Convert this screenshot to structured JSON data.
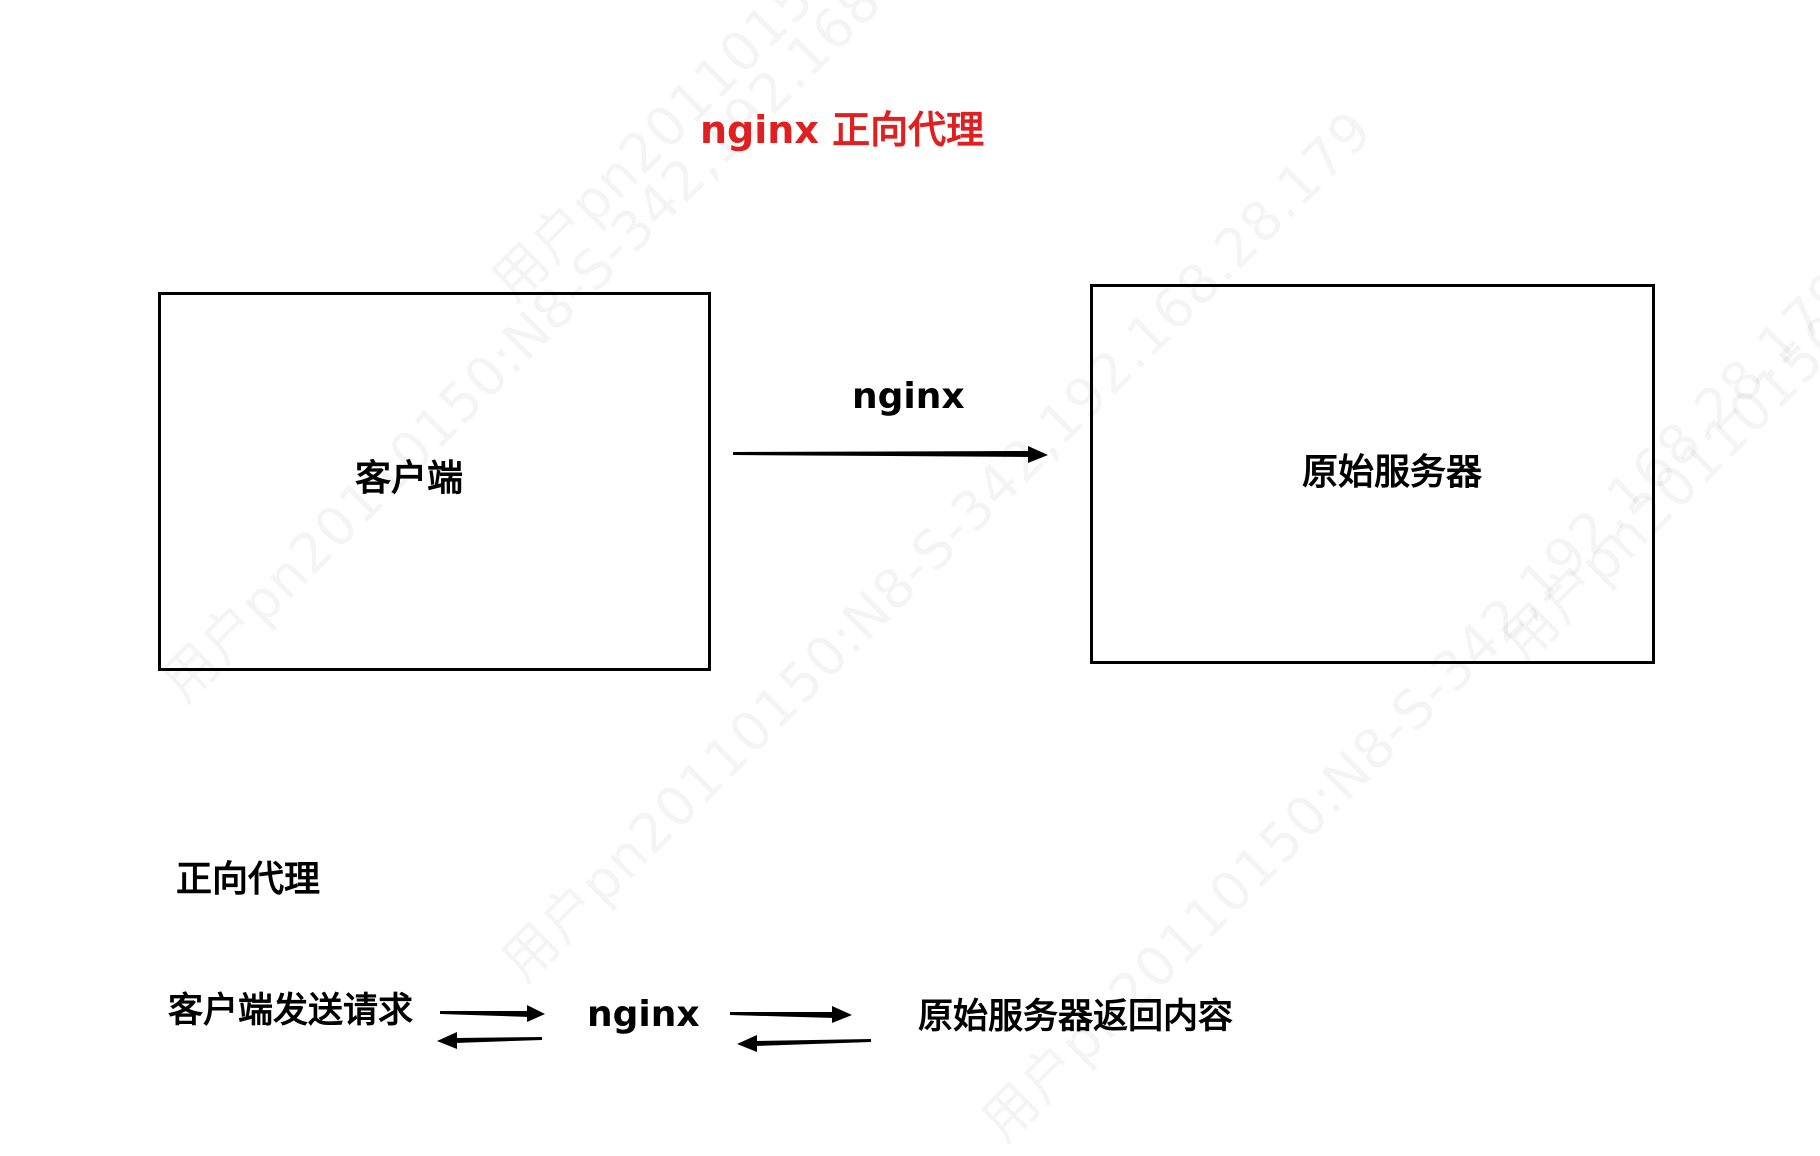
{
  "diagram": {
    "title": "nginx 正向代理",
    "client_box_label": "客户端",
    "origin_box_label": "原始服务器",
    "top_arrow_label": "nginx",
    "section_heading": "正向代理",
    "flow": {
      "client_label": "客户端发送请求",
      "proxy_label": "nginx",
      "server_label": "原始服务器返回内容"
    },
    "watermark": "用户pn20110150:N8-S-342,192.168.28.179"
  },
  "colors": {
    "title": "#e02020",
    "stroke": "#000000"
  }
}
